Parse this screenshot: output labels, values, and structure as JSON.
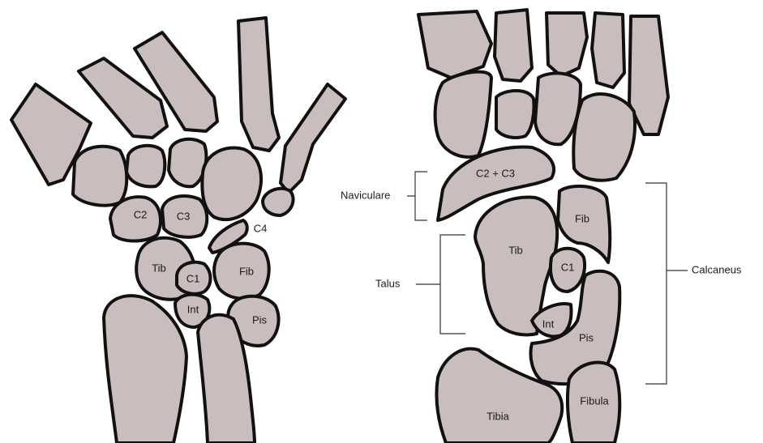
{
  "wrist": {
    "labels": {
      "c2": "C2",
      "c3": "C3",
      "c4": "C4",
      "tib": "Tib",
      "c1": "C1",
      "fib": "Fib",
      "int": "Int",
      "pis": "Pis"
    }
  },
  "foot": {
    "labels": {
      "c2c3": "C2 + C3",
      "fib": "Fib",
      "tib": "Tib",
      "c1": "C1",
      "int": "Int",
      "pis": "Pis",
      "tibia": "Tibia",
      "fibula": "Fibula"
    },
    "groups": {
      "naviculare": "Naviculare",
      "talus": "Talus",
      "calcaneus": "Calcaneus"
    }
  },
  "colors": {
    "bone_fill": "#c9bebd",
    "outline": "#111111"
  }
}
